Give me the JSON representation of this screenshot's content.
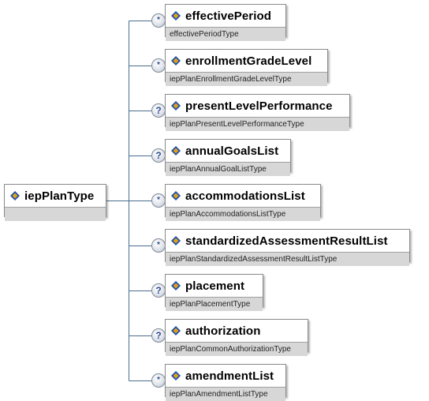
{
  "root": {
    "name": "iepPlanType",
    "type": ""
  },
  "children": [
    {
      "name": "effectivePeriod",
      "type": "effectivePeriodType",
      "occurrence": "*"
    },
    {
      "name": "enrollmentGradeLevel",
      "type": "iepPlanEnrollmentGradeLevelType",
      "occurrence": "*"
    },
    {
      "name": "presentLevelPerformance",
      "type": "iepPlanPresentLevelPerformanceType",
      "occurrence": "?"
    },
    {
      "name": "annualGoalsList",
      "type": "iepPlanAnnualGoalListType",
      "occurrence": "?"
    },
    {
      "name": "accommodationsList",
      "type": "iepPlanAccommodationsListType",
      "occurrence": "*"
    },
    {
      "name": "standardizedAssessmentResultList",
      "type": "iepPlanStandardizedAssessmentResultListType",
      "occurrence": "*"
    },
    {
      "name": "placement",
      "type": "iepPlanPlacementType",
      "occurrence": "?"
    },
    {
      "name": "authorization",
      "type": "iepPlanCommonAuthorizationType",
      "occurrence": "?"
    },
    {
      "name": "amendmentList",
      "type": "iepPlanAmendmentListType",
      "occurrence": "*"
    }
  ],
  "colors": {
    "connector": "#4a6e8c",
    "type_bar": "#d7d7d7",
    "icon_blue": "#1f4fa8",
    "icon_gold": "#e0a21a"
  },
  "icons": {
    "element": "element-diamond-icon",
    "many": "asterisk-icon",
    "optional": "question-mark-icon"
  }
}
